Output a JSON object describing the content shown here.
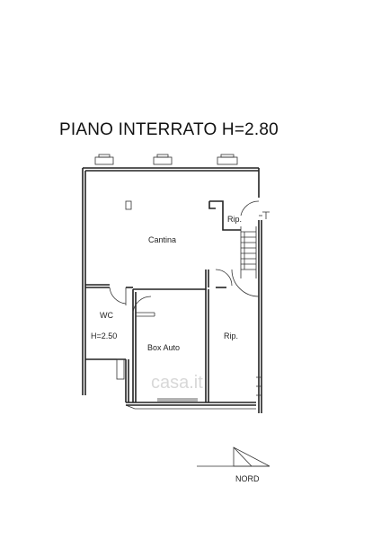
{
  "plan": {
    "title": "PIANO INTERRATO  H=2.80",
    "rooms": {
      "cantina": "Cantina",
      "rip_top": "Rip.",
      "wc": "WC",
      "wc_height": "H=2.50",
      "box_auto": "Box Auto",
      "rip_bottom": "Rip."
    },
    "north_label": "NORD",
    "watermark": "casa.it"
  },
  "colors": {
    "line": "#222222",
    "background": "#ffffff"
  }
}
